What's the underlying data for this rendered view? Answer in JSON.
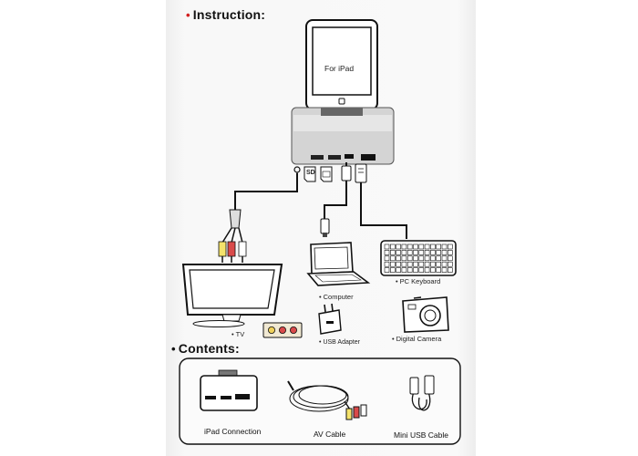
{
  "headings": {
    "instruction": "Instruction:",
    "contents": "Contents:"
  },
  "diagram": {
    "ipad_label": "For iPad",
    "port_sd": "SD",
    "devices": {
      "tv": "TV",
      "computer": "Computer",
      "pc_keyboard": "PC Keyboard",
      "usb_adapter": "USB Adapter",
      "digital_camera": "Digital Camera"
    },
    "bullet": "•"
  },
  "contents": {
    "items": [
      {
        "label": "iPad Connection",
        "icon": "adapter-icon"
      },
      {
        "label": "AV Cable",
        "icon": "av-cable-icon"
      },
      {
        "label": "Mini USB Cable",
        "icon": "mini-usb-cable-icon"
      }
    ]
  },
  "colors": {
    "accent_dot": "#d21d1d",
    "line": "#111111"
  }
}
